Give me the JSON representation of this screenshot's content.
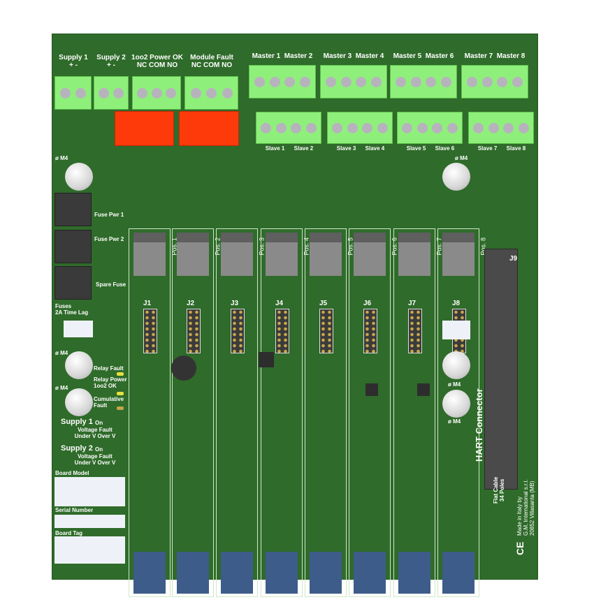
{
  "top_labels": {
    "supply1": "Supply 1",
    "supply1_pol": "+   -",
    "supply2": "Supply 2",
    "supply2_pol": "+   -",
    "power_ok": "1oo2 Power OK",
    "power_ok_sub": "NC COM NO",
    "module_fault": "Module Fault",
    "module_fault_sub": "NC COM NO"
  },
  "masters": [
    [
      "Master 1",
      "Master 2"
    ],
    [
      "Master 3",
      "Master 4"
    ],
    [
      "Master 5",
      "Master 6"
    ],
    [
      "Master 7",
      "Master 8"
    ]
  ],
  "slaves": [
    [
      "Slave 1",
      "Slave 2"
    ],
    [
      "Slave 3",
      "Slave 4"
    ],
    [
      "Slave 5",
      "Slave 6"
    ],
    [
      "Slave 7",
      "Slave 8"
    ]
  ],
  "slots": [
    {
      "j": "J1",
      "pos": "Pos. 1"
    },
    {
      "j": "J2",
      "pos": "Pos. 2"
    },
    {
      "j": "J3",
      "pos": "Pos. 3"
    },
    {
      "j": "J4",
      "pos": "Pos. 4"
    },
    {
      "j": "J5",
      "pos": "Pos. 5"
    },
    {
      "j": "J6",
      "pos": "Pos. 6"
    },
    {
      "j": "J7",
      "pos": "Pos. 7"
    },
    {
      "j": "J8",
      "pos": "Pos. 8"
    }
  ],
  "m4": "ø M4",
  "fuses": {
    "pwr1": "Fuse Pwr 1",
    "pwr2": "Fuse Pwr 2",
    "spare": "Spare Fuse",
    "note1": "Fuses",
    "note2": "2A Time Lag"
  },
  "leds": {
    "relay_fault": "Relay Fault",
    "relay_power": "Relay Power 1oo2 OK",
    "cumulative": "Cumulative Fault",
    "supply1": "Supply 1",
    "supply2": "Supply 2",
    "on": "On",
    "vfault": "Voltage Fault",
    "underover": "Under V  Over V"
  },
  "labels": {
    "board_model": "Board Model",
    "serial": "Serial Number",
    "board_tag": "Board Tag"
  },
  "hart": {
    "j9": "J9",
    "title": "HART Connector",
    "cable1": "Flat Cable",
    "cable2": "34 Poles"
  },
  "maker": {
    "l1": "Made in Italy by",
    "l2": "G.M. International s.r.l.",
    "l3": "20852 Villasanta (MB)",
    "ce": "CE"
  },
  "colors": {
    "board": "#2f6b2a",
    "terminal": "#8ef07a",
    "relay": "#ff3a0a"
  }
}
